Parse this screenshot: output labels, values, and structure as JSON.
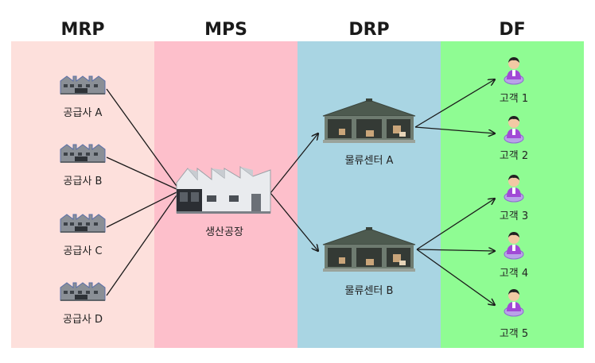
{
  "columns": [
    {
      "key": "mrp",
      "title": "MRP",
      "color": "#fde0dc"
    },
    {
      "key": "mps",
      "title": "MPS",
      "color": "#fdbfcb"
    },
    {
      "key": "drp",
      "title": "DRP",
      "color": "#a9d5e3"
    },
    {
      "key": "df",
      "title": "DF",
      "color": "#8ffc93"
    }
  ],
  "suppliers": [
    {
      "label": "공급사 A",
      "icon": "small-factory-icon"
    },
    {
      "label": "공급사 B",
      "icon": "small-factory-icon"
    },
    {
      "label": "공급사 C",
      "icon": "small-factory-icon"
    },
    {
      "label": "공급사 D",
      "icon": "small-factory-icon"
    }
  ],
  "plant": {
    "label": "생산공장",
    "icon": "factory-icon"
  },
  "centers": [
    {
      "label": "물류센터 A",
      "icon": "warehouse-icon"
    },
    {
      "label": "물류센터 B",
      "icon": "warehouse-icon"
    }
  ],
  "customers": [
    {
      "label": "고객 1",
      "icon": "customer-icon"
    },
    {
      "label": "고객 2",
      "icon": "customer-icon"
    },
    {
      "label": "고객 3",
      "icon": "customer-icon"
    },
    {
      "label": "고객 4",
      "icon": "customer-icon"
    },
    {
      "label": "고객 5",
      "icon": "customer-icon"
    }
  ],
  "links": [
    {
      "from": "suppliers.0",
      "to": "plant"
    },
    {
      "from": "suppliers.1",
      "to": "plant"
    },
    {
      "from": "suppliers.2",
      "to": "plant"
    },
    {
      "from": "suppliers.3",
      "to": "plant"
    },
    {
      "from": "plant",
      "to": "centers.0"
    },
    {
      "from": "plant",
      "to": "centers.1"
    },
    {
      "from": "centers.0",
      "to": "customers.0"
    },
    {
      "from": "centers.0",
      "to": "customers.1"
    },
    {
      "from": "centers.1",
      "to": "customers.2"
    },
    {
      "from": "centers.1",
      "to": "customers.3"
    },
    {
      "from": "centers.1",
      "to": "customers.4"
    }
  ]
}
